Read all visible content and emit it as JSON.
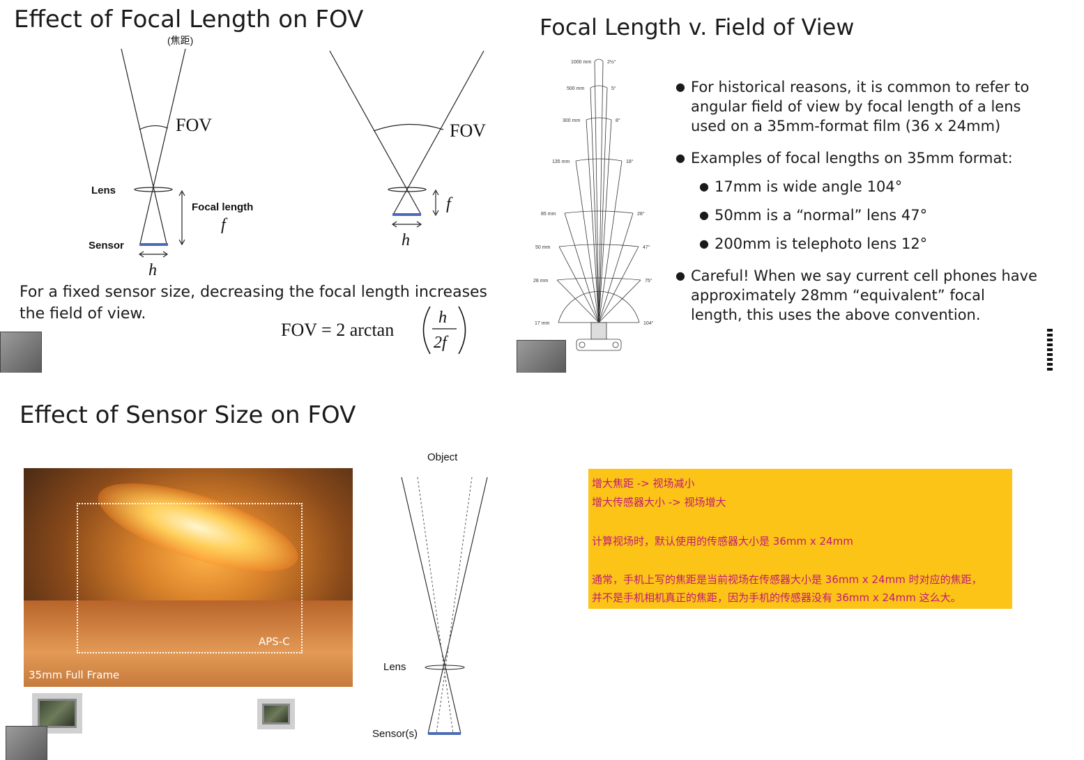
{
  "slide1": {
    "title": "Effect of Focal Length on FOV",
    "title_annotation": "(焦距)",
    "fov_label_1": "FOV",
    "fov_label_2": "FOV",
    "lens_label": "Lens",
    "focal_length_label": "Focal length",
    "f_symbol_1": "f",
    "f_symbol_2": "f",
    "sensor_label": "Sensor",
    "h_symbol_1": "h",
    "h_symbol_2": "h",
    "caption_line1": "For a fixed sensor size, decreasing the focal length increases",
    "caption_line2": "the field of view.",
    "formula_lhs": "FOV = 2 arctan",
    "formula_num": "h",
    "formula_den": "2f",
    "sensor_color": "#4a6bb5"
  },
  "slide2": {
    "title": "Focal Length v. Field of View",
    "diagram_focal_lengths": [
      "1000 mm",
      "500 mm",
      "300 mm",
      "135 mm",
      "85 mm",
      "50 mm",
      "28 mm",
      "17 mm"
    ],
    "diagram_angles": [
      "2½°",
      "5°",
      "8°",
      "18°",
      "28°",
      "47°",
      "75°",
      "104°"
    ],
    "bullets": [
      "For historical reasons, it is common to refer to angular field of view by focal length of a lens used on a 35mm-format film (36 x 24mm)",
      "Examples of focal lengths on 35mm format:"
    ],
    "sub_bullets": [
      "17mm is wide angle 104°",
      "50mm is a “normal” lens 47°",
      "200mm is telephoto lens 12°"
    ],
    "last_bullet": "Careful!  When we say current cell phones have approximately 28mm “equivalent” focal length, this uses the above convention."
  },
  "slide3": {
    "title": "Effect of Sensor Size on FOV",
    "aps_label": "APS-C",
    "fullframe_label": "35mm Full Frame",
    "object_label": "Object",
    "lens_label": "Lens",
    "sensor_label": "Sensor(s)"
  },
  "note": {
    "line1": "增大焦距 -> 视场减小",
    "line2": "增大传感器大小 -> 视场增大",
    "line3": "计算视场时，默认使用的传感器大小是 36mm x 24mm",
    "line4": "通常，手机上写的焦距是当前视场在传感器大小是 36mm x 24mm 时对应的焦距，",
    "line5": "并不是手机相机真正的焦距，因为手机的传感器没有 36mm x 24mm 这么大。",
    "background_color": "#fbc417",
    "text_color": "#c2187a"
  }
}
